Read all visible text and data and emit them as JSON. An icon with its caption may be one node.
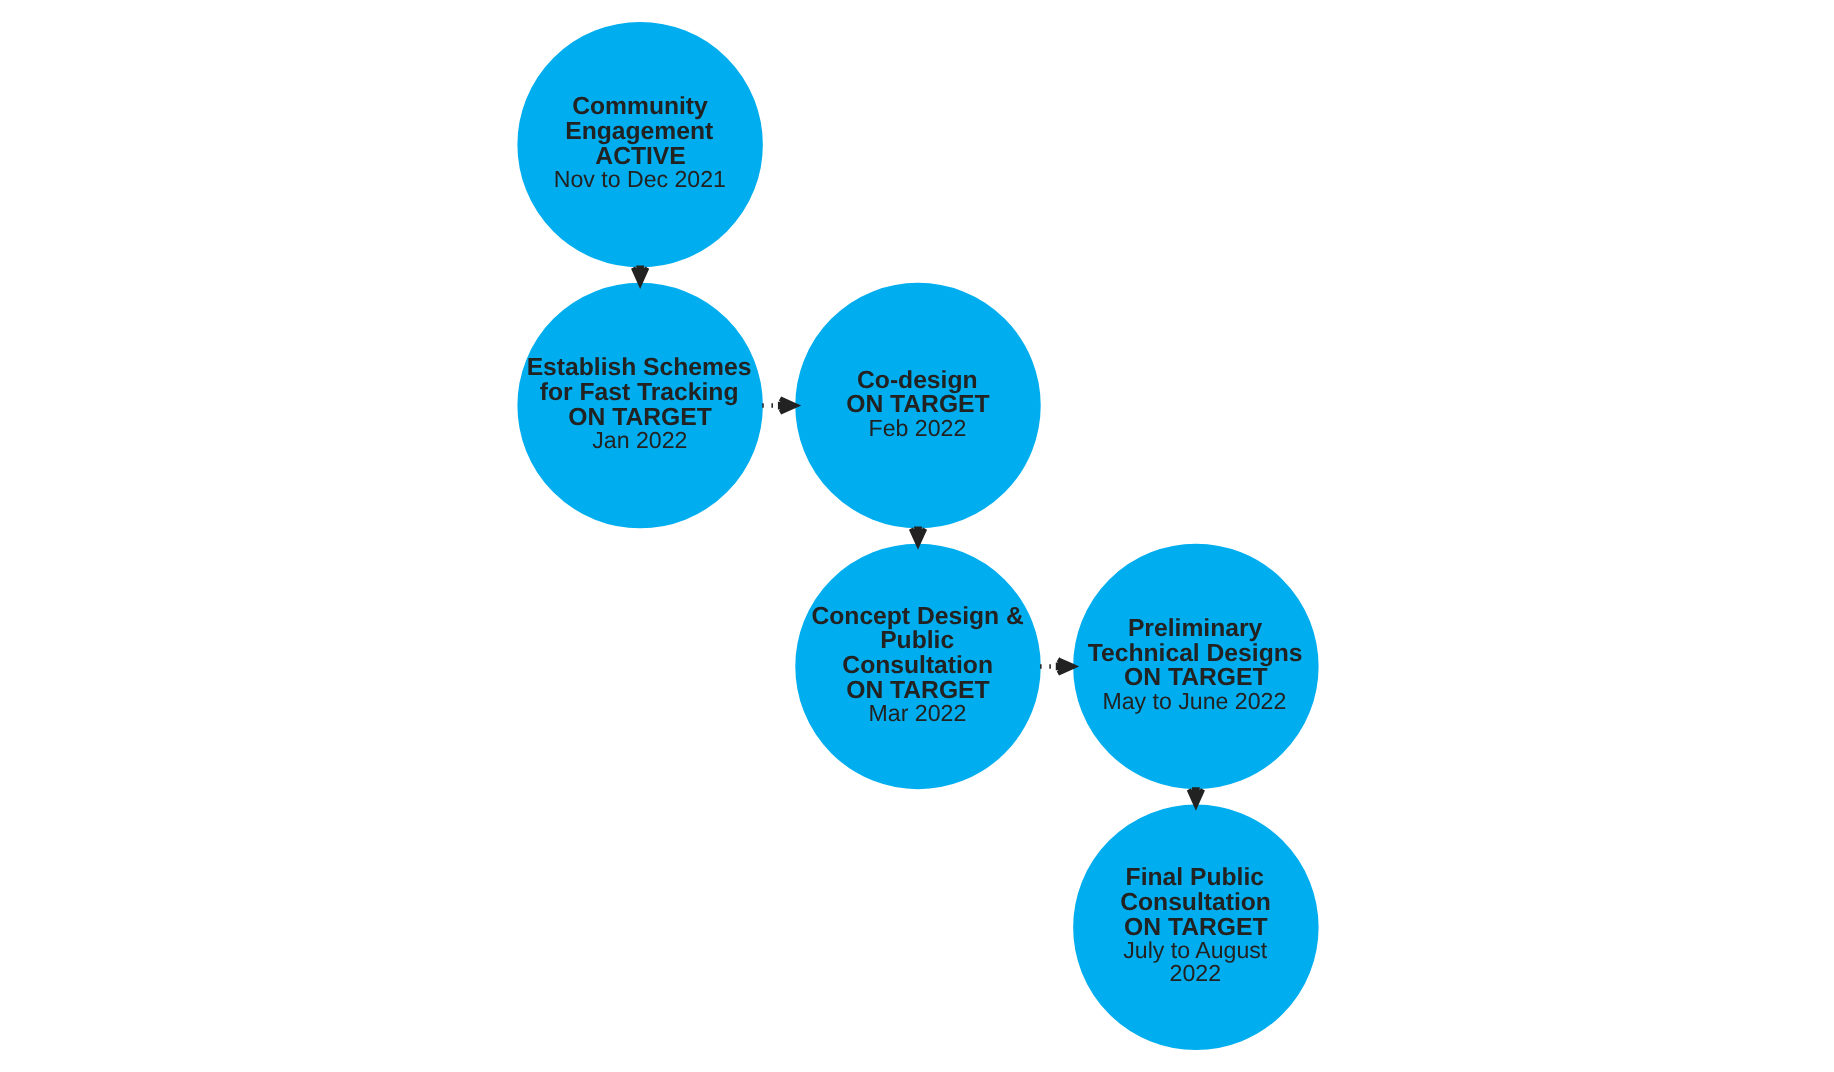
{
  "diagram": {
    "nodes": [
      {
        "text": [
          "Community Engagement",
          "ACTIVE",
          "Nov to Dec 2021"
        ]
      },
      {
        "text": [
          "Establish Schemes for Fast Tracking",
          "ON TARGET",
          "Jan 2022"
        ]
      },
      {
        "text": [
          "Co-design",
          "ON TARGET",
          "Feb 2022"
        ]
      },
      {
        "text": [
          "Concept Design & Public Consultation",
          "ON TARGET",
          "Mar 2022"
        ]
      },
      {
        "text": [
          "Preliminary Technical Designs",
          "ON TARGET",
          "May to June 2022"
        ]
      },
      {
        "text": [
          "Final Public Consultation",
          "ON TARGET",
          "July to August 2022"
        ]
      }
    ],
    "edges": [
      {
        "from": 0,
        "to": 1,
        "arrow": "to"
      },
      {
        "from": 1,
        "to": 2,
        "arrow": "to"
      },
      {
        "from": 2,
        "to": 3,
        "arrow": "to"
      },
      {
        "from": 3,
        "to": 4,
        "arrow": "to"
      },
      {
        "from": 4,
        "to": 5,
        "arrow": "to"
      }
    ]
  }
}
